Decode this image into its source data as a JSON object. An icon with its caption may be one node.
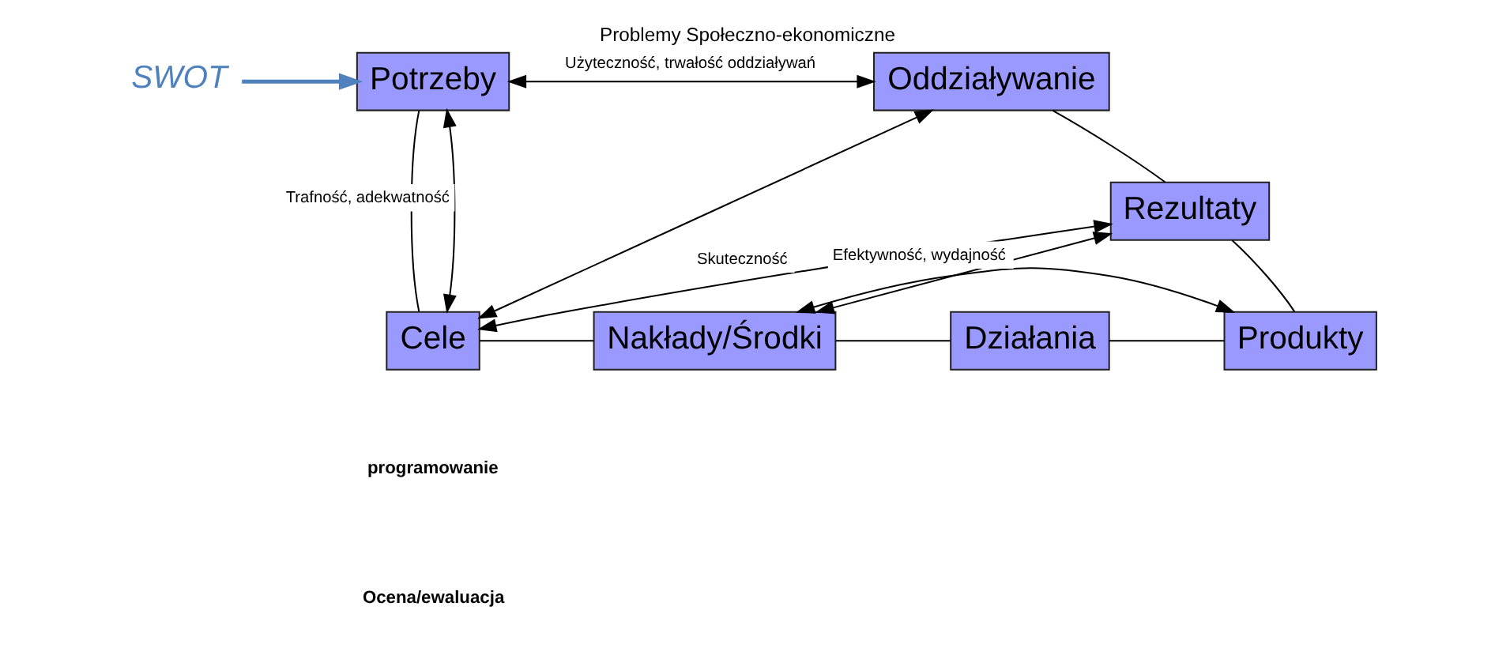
{
  "diagram": {
    "title": "Problemy Społeczno-ekonomiczne",
    "nodes": [
      {
        "text": [
          "Potrzeby"
        ]
      },
      {
        "text": [
          "Oddziaływanie"
        ]
      },
      {
        "text": [
          "Rezultaty"
        ]
      },
      {
        "text": [
          "Cele"
        ]
      },
      {
        "text": [
          "Nakłady/Środki"
        ]
      },
      {
        "text": [
          "Działania"
        ]
      },
      {
        "text": [
          "Produkty"
        ]
      },
      {
        "text": [
          "SWOT"
        ]
      }
    ],
    "edges": [
      {
        "from": 0,
        "to": 3,
        "arrow": "none"
      },
      {
        "from": 3,
        "to": 4,
        "arrow": "none"
      },
      {
        "from": 4,
        "to": 5,
        "arrow": "none"
      },
      {
        "from": 5,
        "to": 6,
        "arrow": "none"
      },
      {
        "from": 6,
        "to": 2,
        "arrow": "none"
      },
      {
        "from": 2,
        "to": 1,
        "arrow": "none"
      },
      {
        "from": 7,
        "to": 0,
        "arrow": "to",
        "style": "thick",
        "color": "#4f81bd"
      },
      {
        "from": 3,
        "to": 0,
        "arrow": "both",
        "label": "Trafność, adekwatność"
      },
      {
        "from": 6,
        "to": 4,
        "arrow": "both",
        "label": "Efektywność, wydajność"
      },
      {
        "from": 2,
        "to": 4,
        "arrow": "both"
      },
      {
        "from": 2,
        "to": 3,
        "arrow": "both",
        "label": "Skuteczność"
      },
      {
        "from": 1,
        "to": 3,
        "arrow": "both"
      },
      {
        "from": 1,
        "to": 0,
        "arrow": "both",
        "label": "Użyteczność, trwałość oddziaływań"
      }
    ],
    "labels": [
      "programowanie",
      "Ocena/ewaluacja"
    ]
  }
}
